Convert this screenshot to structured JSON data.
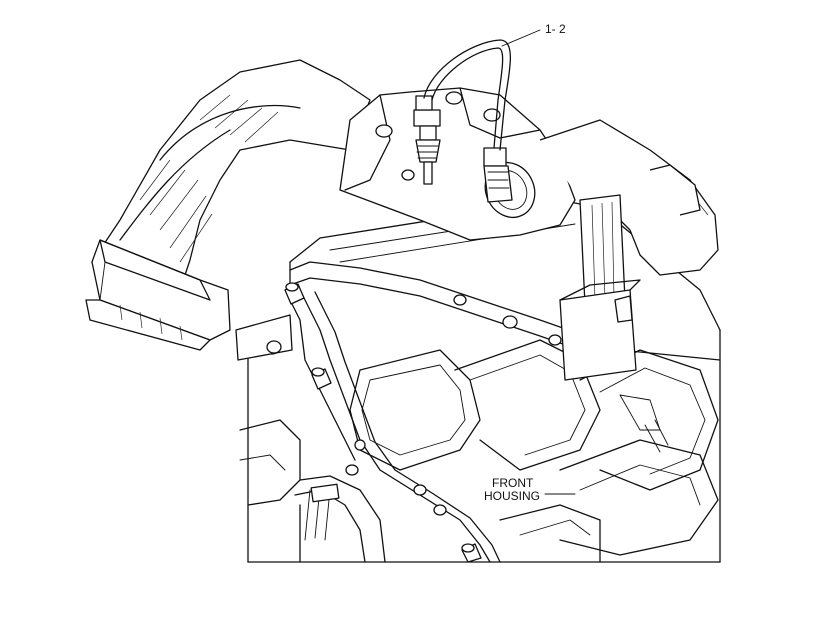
{
  "diagram": {
    "callouts": [
      {
        "id": "callout-1-2",
        "text": "1- 2"
      }
    ],
    "labels": {
      "front_housing_line1": "FRONT",
      "front_housing_line2": "HOUSING"
    }
  }
}
